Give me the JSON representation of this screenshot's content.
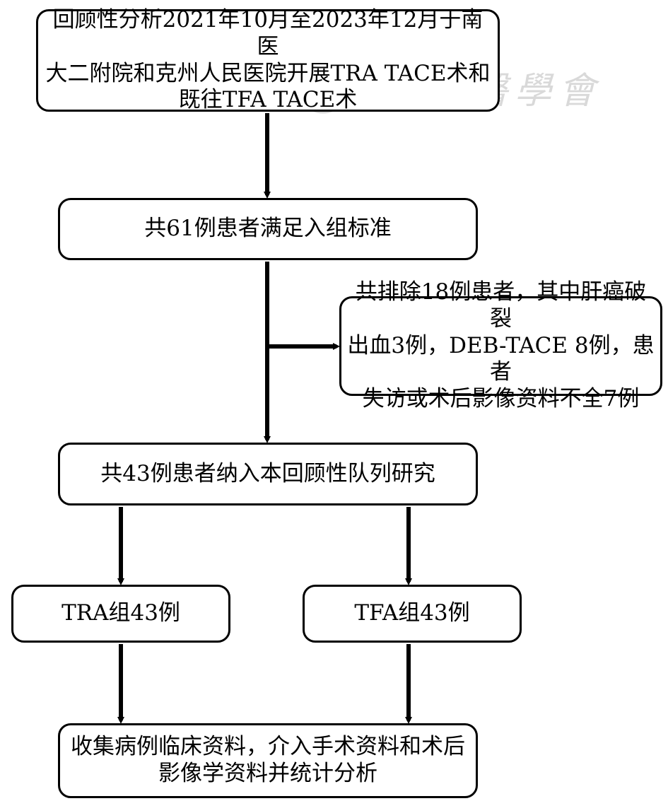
{
  "flowchart": {
    "start_box": {
      "lines": [
        "回顾性分析2021年10月至2023年12月于南医",
        "大二附院和克州人民医院开展TRA TACE术和",
        "既往TFA TACE术"
      ]
    },
    "eligible_box": {
      "text": "共61例患者满足入组标准"
    },
    "exclude_box": {
      "lines": [
        "共排除18例患者，其中肝癌破裂",
        "出血3例，DEB-TACE 8例，患者",
        "失访或术后影像资料不全7例"
      ]
    },
    "cohort_box": {
      "text": "共43例患者纳入本回顾性队列研究"
    },
    "tra_box": {
      "text": "TRA组43例"
    },
    "tfa_box": {
      "text": "TFA组43例"
    },
    "collect_box": {
      "lines": [
        "收集病例临床资料，介入手术资料和术后",
        "影像学资料并统计分析"
      ]
    }
  },
  "watermark": {
    "text": "中華醫學會",
    "icon": "seal-logo-icon",
    "color": "#8a8a8a"
  },
  "colors": {
    "line": "#000000",
    "box_border": "#000000",
    "background": "#ffffff"
  }
}
